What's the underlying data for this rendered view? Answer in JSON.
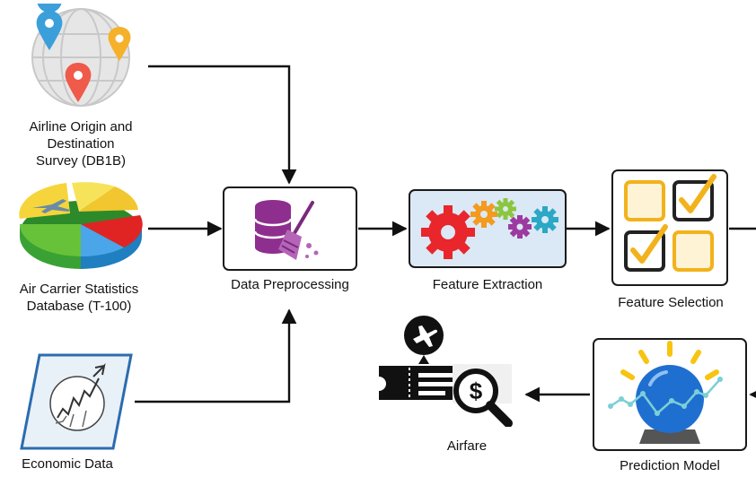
{
  "sources": {
    "db1b": {
      "line1": "Airline Origin and",
      "line2": "Destination",
      "line3": "Survey (DB1B)"
    },
    "t100": {
      "line1": "Air Carrier Statistics",
      "line2": "Database (T-100)"
    },
    "economic": {
      "line1": "Economic Data"
    }
  },
  "steps": {
    "preprocessing": "Data Preprocessing",
    "extraction": "Feature Extraction",
    "selection": "Feature Selection",
    "prediction": "Prediction Model",
    "output": "Airfare"
  },
  "colors": {
    "arrow": "#111111",
    "extraction_bg": "#dbe8f5",
    "gear_red": "#e8262b",
    "gear_orange": "#f39a1f",
    "gear_green": "#8cc63e",
    "gear_purple": "#9c3aa0",
    "gear_teal": "#2aa8c6",
    "checkbox": "#f2b21b",
    "orb": "#1f6fd1",
    "ray": "#f7c410",
    "db_purple": "#8e2f8f"
  },
  "icons": [
    "map-pin-globe-icon",
    "pie-chart-icon",
    "economic-chart-icon",
    "database-broom-icon",
    "gears-icon",
    "checklist-icon",
    "crystal-ball-icon",
    "plane-ticket-dollar-icon"
  ]
}
